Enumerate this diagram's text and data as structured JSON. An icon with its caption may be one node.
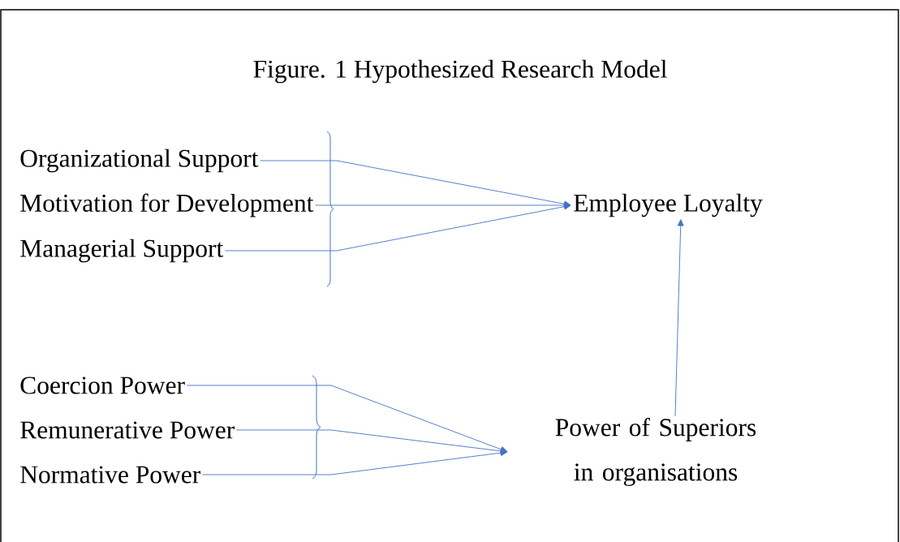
{
  "diagram": {
    "title": "Figure. 1 Hypothesized Research Model",
    "nodes": [
      {
        "text": [
          "Organizational Support"
        ]
      },
      {
        "text": [
          "Motivation for Development"
        ]
      },
      {
        "text": [
          "Managerial Support"
        ]
      },
      {
        "text": [
          "Employee Loyalty"
        ]
      },
      {
        "text": [
          "Coercion Power"
        ]
      },
      {
        "text": [
          "Remunerative Power"
        ]
      },
      {
        "text": [
          "Normative Power"
        ]
      },
      {
        "text": [
          "Power of Superiors in organisations"
        ]
      }
    ],
    "edges": [
      {
        "from": 0,
        "to": 3,
        "arrow": "to"
      },
      {
        "from": 1,
        "to": 3,
        "arrow": "to"
      },
      {
        "from": 2,
        "to": 3,
        "arrow": "to"
      },
      {
        "from": 4,
        "to": 7,
        "arrow": "to"
      },
      {
        "from": 5,
        "to": 7,
        "arrow": "to"
      },
      {
        "from": 6,
        "to": 7,
        "arrow": "to"
      },
      {
        "from": 7,
        "to": 3,
        "arrow": "to"
      }
    ]
  }
}
